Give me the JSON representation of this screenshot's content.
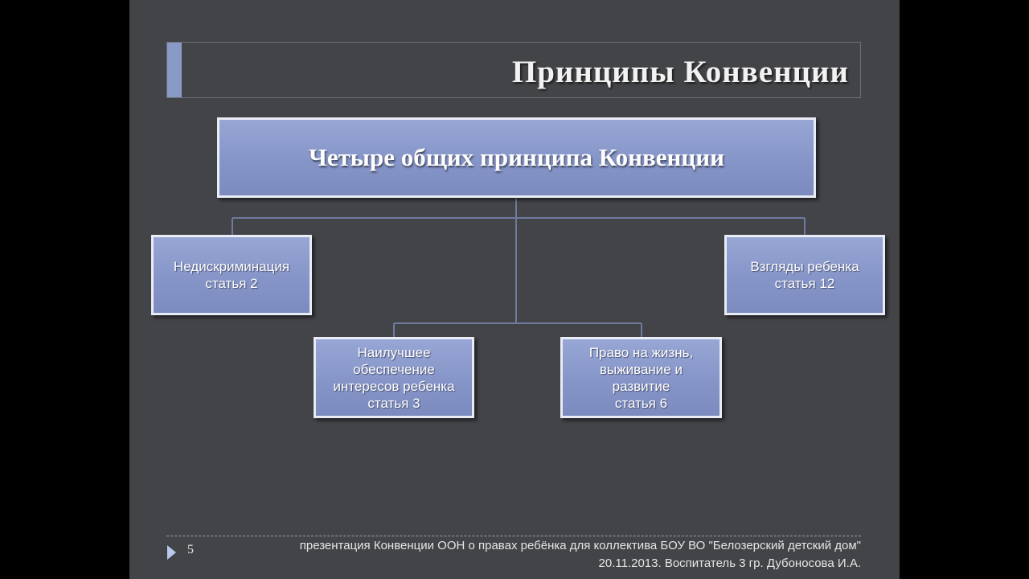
{
  "slide": {
    "title": "Принципы Конвенции",
    "number": "5"
  },
  "diagram": {
    "root": "Четыре общих принципа Конвенции",
    "nodes": {
      "non_discrimination": "Недискриминация\nстатья 2",
      "best_interests": "Наилучшее\nобеспечение\nинтересов ребенка\nстатья 3",
      "right_to_life": "Право на жизнь,\nвыживание и\nразвитие\nстатья 6",
      "child_views": "Взгляды ребенка\nстатья 12"
    },
    "colors": {
      "node_fill": "#8595c8",
      "node_border": "#e9ecf5",
      "connector": "#6f7a9e"
    }
  },
  "footer": {
    "line1": "презентация Конвенции ООН о правах ребёнка для коллектива БОУ ВО \"Белозерский детский дом\"",
    "line2": "20.11.2013. Воспитатель 3 гр. Дубоносова И.А."
  }
}
